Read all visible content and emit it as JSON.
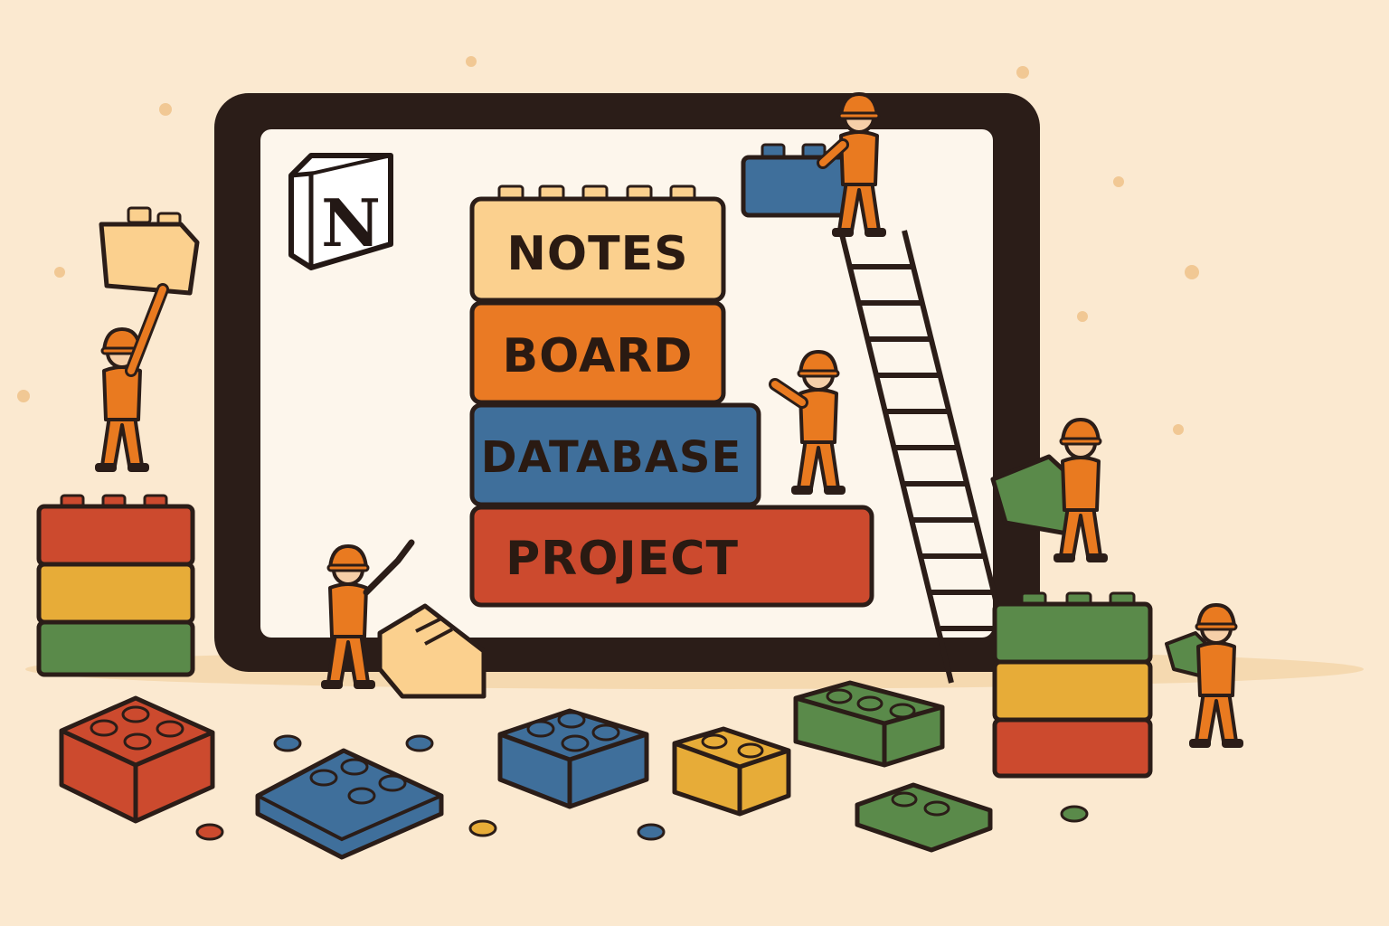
{
  "logo": {
    "letter": "N"
  },
  "stack": [
    {
      "label": "NOTES",
      "color": "#fbd08e"
    },
    {
      "label": "BOARD",
      "color": "#ea7a24"
    },
    {
      "label": "DATABASE",
      "color": "#3f6f9b"
    },
    {
      "label": "PROJECT",
      "color": "#cc4a2e"
    }
  ],
  "palette": {
    "background": "#fbe9d0",
    "outline": "#2b1d18",
    "screen": "#fdf6ec",
    "worker_suit": "#e97a20",
    "worker_skin": "#f6cfa8",
    "red": "#cc4a2e",
    "yellow": "#e7ac38",
    "green": "#5a8a4a",
    "blue": "#3f6f9b",
    "cream": "#fbd08e"
  },
  "icons": [
    "notion-logo-icon",
    "ladder-icon",
    "worker-icon",
    "brick-icon"
  ]
}
